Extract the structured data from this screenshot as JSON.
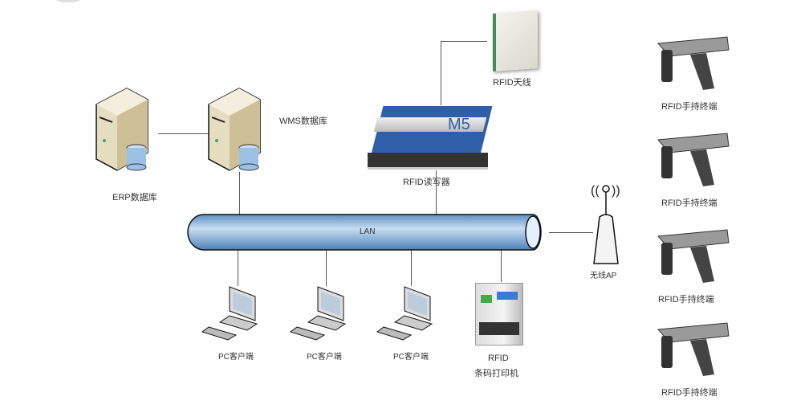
{
  "nodes": {
    "erp": {
      "label": "ERP数据库"
    },
    "wms": {
      "label": "WMS数据库"
    },
    "antenna": {
      "label": "RFID天线"
    },
    "reader": {
      "label": "RFID读写器",
      "brand": "M5"
    },
    "lan": {
      "label": "LAN"
    },
    "ap": {
      "label": "无线AP"
    },
    "pcs": [
      {
        "label": "PC客户端"
      },
      {
        "label": "PC客户端"
      },
      {
        "label": "PC客户端"
      }
    ],
    "printer": {
      "label_line1": "RFID",
      "label_line2": "条码打印机"
    },
    "handhelds": [
      {
        "label": "RFID手持终端"
      },
      {
        "label": "RFID手持终端"
      },
      {
        "label": "RFID手持终端"
      },
      {
        "label": "RFID手持终端"
      }
    ]
  },
  "colors": {
    "pipe": "#7aa6cf",
    "reader": "#2f5fa8",
    "server": "#e6dcc0"
  }
}
